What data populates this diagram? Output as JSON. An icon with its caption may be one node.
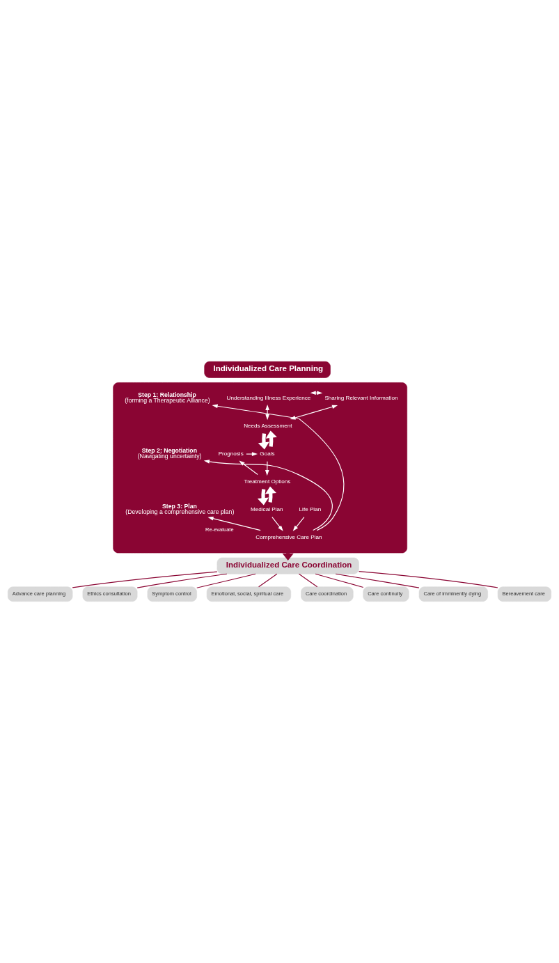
{
  "diagram": {
    "nodes": [
      {
        "text": [
          "Individualized Care Planning"
        ]
      },
      {
        "text": [],
        "shape": "box"
      },
      {
        "text": [
          "Step 1: Relationship",
          "(forming a Therapeutic Alliance)"
        ],
        "in": 1
      },
      {
        "text": [
          "Understanding Illness Experience"
        ],
        "in": 1
      },
      {
        "text": [
          "Sharing Relevant Information"
        ],
        "in": 1
      },
      {
        "text": [
          "Needs Assessment"
        ],
        "in": 1
      },
      {
        "text": [
          "Step 2: Negotiation",
          "(Navigating uncertainty)"
        ],
        "in": 1
      },
      {
        "text": [
          "Prognosis"
        ],
        "in": 1
      },
      {
        "text": [
          "Goals"
        ],
        "in": 1
      },
      {
        "text": [
          "Treatment Options"
        ],
        "in": 1
      },
      {
        "text": [
          "Step 3: Plan",
          "(Developing a comprehensive care plan)"
        ],
        "in": 1
      },
      {
        "text": [
          "Medical Plan"
        ],
        "in": 1
      },
      {
        "text": [
          "Life Plan"
        ],
        "in": 1
      },
      {
        "text": [
          "Comprehensive Care Plan"
        ],
        "in": 1
      },
      {
        "text": [
          "Individualized Care Coordination"
        ]
      },
      {
        "text": [
          "Advance care planning"
        ]
      },
      {
        "text": [
          "Ethics consultation"
        ]
      },
      {
        "text": [
          "Symptom control"
        ]
      },
      {
        "text": [
          "Emotional, social, spiritual care"
        ]
      },
      {
        "text": [
          "Care coordination"
        ]
      },
      {
        "text": [
          "Care continuity"
        ]
      },
      {
        "text": [
          "Care of imminently dying"
        ]
      },
      {
        "text": [
          "Bereavement care"
        ]
      }
    ],
    "edges": [
      {
        "from": 3,
        "to": 4,
        "arrow": "both"
      },
      {
        "from": 3,
        "to": 5,
        "arrow": "both"
      },
      {
        "from": 4,
        "to": 5,
        "arrow": "both"
      },
      {
        "from": 5,
        "to": 8,
        "arrow": "to",
        "style": "thick"
      },
      {
        "from": 8,
        "to": 5,
        "arrow": "to",
        "style": "thick"
      },
      {
        "from": 7,
        "to": 8,
        "arrow": "to"
      },
      {
        "from": 8,
        "to": 9,
        "arrow": "to"
      },
      {
        "from": 9,
        "to": 7,
        "arrow": "to"
      },
      {
        "from": 9,
        "to": 11,
        "arrow": "to",
        "style": "thick"
      },
      {
        "from": 11,
        "to": 9,
        "arrow": "to",
        "style": "thick"
      },
      {
        "from": 11,
        "to": 13,
        "arrow": "to"
      },
      {
        "from": 12,
        "to": 13,
        "arrow": "to"
      },
      {
        "from": 13,
        "to": 2,
        "arrow": "to"
      },
      {
        "from": 13,
        "to": 6,
        "arrow": "to"
      },
      {
        "from": 13,
        "to": 10,
        "arrow": "to",
        "label": "Re-evaluate"
      },
      {
        "from": 1,
        "to": 14,
        "arrow": "to",
        "style": "thick",
        "color": "#8a0533"
      },
      {
        "from": 14,
        "to": 15,
        "arrow": "none",
        "color": "#8a0533"
      },
      {
        "from": 14,
        "to": 16,
        "arrow": "none",
        "color": "#8a0533"
      },
      {
        "from": 14,
        "to": 17,
        "arrow": "none",
        "color": "#8a0533"
      },
      {
        "from": 14,
        "to": 18,
        "arrow": "none",
        "color": "#8a0533"
      },
      {
        "from": 14,
        "to": 19,
        "arrow": "none",
        "color": "#8a0533"
      },
      {
        "from": 14,
        "to": 20,
        "arrow": "none",
        "color": "#8a0533"
      },
      {
        "from": 14,
        "to": 21,
        "arrow": "none",
        "color": "#8a0533"
      },
      {
        "from": 14,
        "to": 22,
        "arrow": "none",
        "color": "#8a0533"
      }
    ]
  }
}
